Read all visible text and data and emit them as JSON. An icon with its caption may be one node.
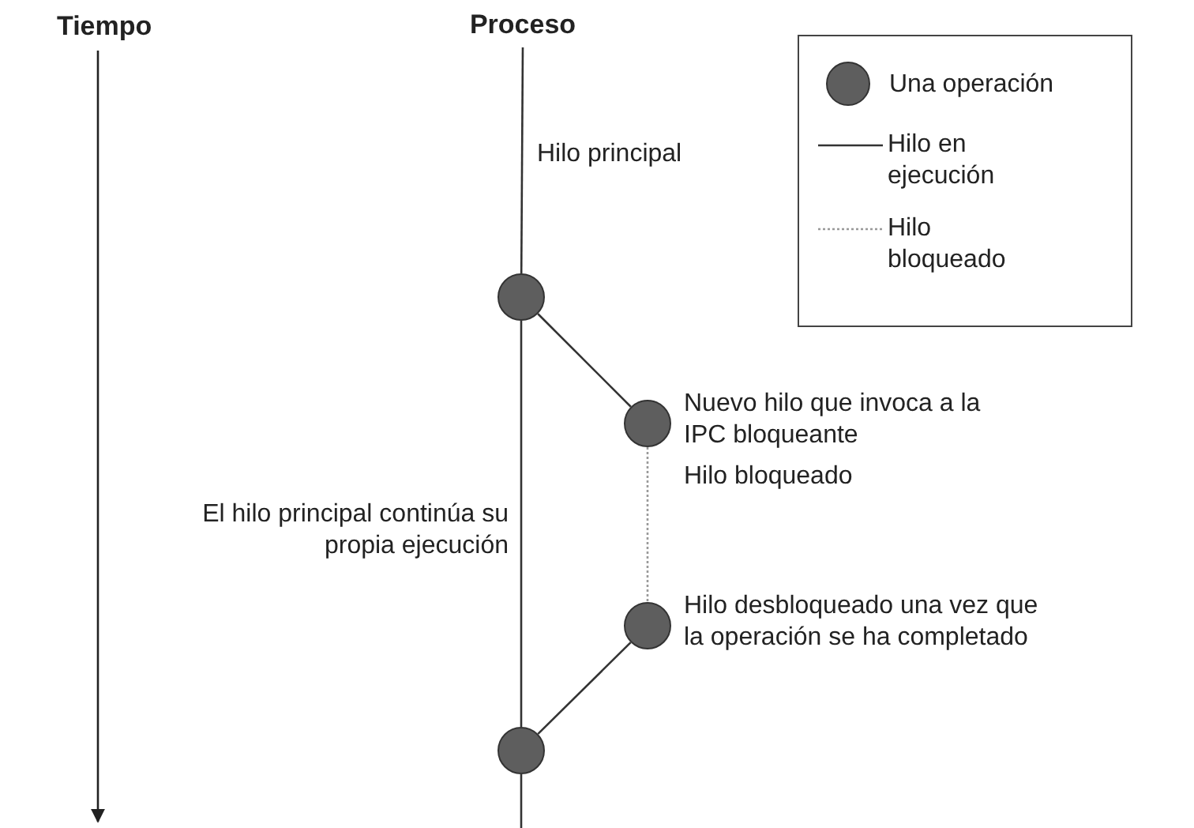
{
  "diagram": {
    "nodes": [
      {
        "text": [
          "Proceso"
        ]
      },
      {
        "text": [],
        "shape": "circle"
      },
      {
        "text": [],
        "shape": "circle",
        "beside": [
          "Nuevo hilo que invoca a la IPC bloqueante"
        ]
      },
      {
        "text": [],
        "shape": "circle",
        "beside": [
          "Hilo desbloqueado una vez que la operación se ha completado"
        ]
      },
      {
        "text": [],
        "shape": "circle"
      }
    ],
    "edges": [
      {
        "from": 0,
        "to": 1,
        "arrow": "none"
      },
      {
        "from": 1,
        "to": 4,
        "arrow": "none"
      },
      {
        "from": 4,
        "to": null,
        "arrow": "none"
      },
      {
        "from": 1,
        "to": 2,
        "arrow": "none"
      },
      {
        "from": 2,
        "to": 3,
        "arrow": "none",
        "style": "dashed",
        "color": "#999999"
      },
      {
        "from": 3,
        "to": 4,
        "arrow": "none"
      }
    ],
    "labels": [
      "Tiempo",
      "Hilo principal",
      "El hilo principal continúa su propia ejecución",
      "Hilo bloqueado"
    ],
    "legend": [
      {
        "text": "Una operación"
      },
      {
        "text": "Hilo en ejecución"
      },
      {
        "text": "Hilo bloqueado"
      }
    ]
  }
}
